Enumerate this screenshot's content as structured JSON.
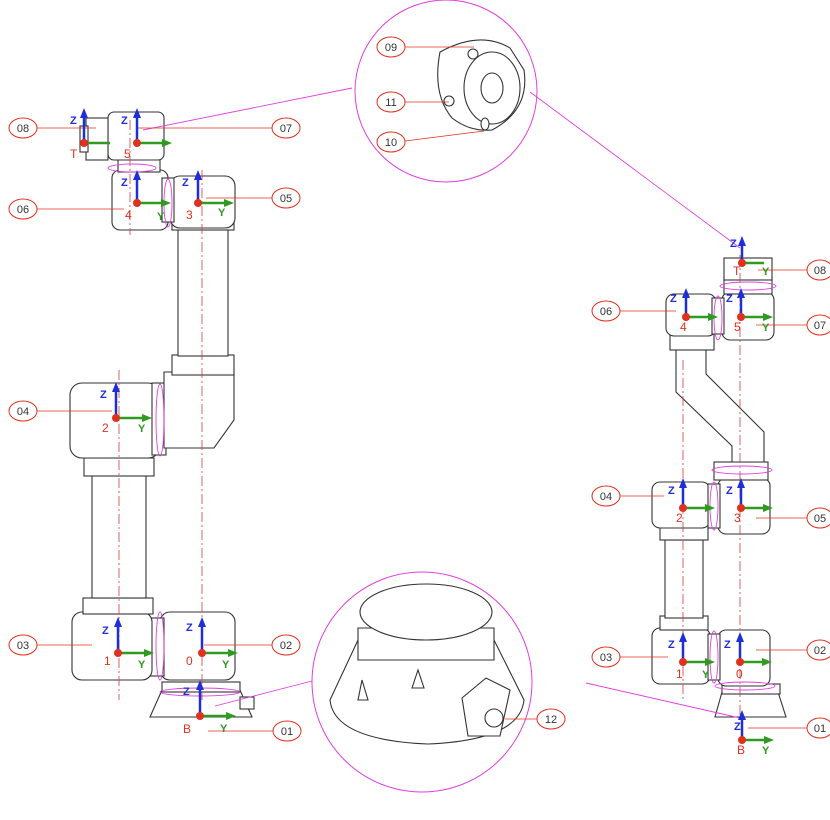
{
  "callouts": {
    "c01": "01",
    "c02": "02",
    "c03": "03",
    "c04": "04",
    "c05": "05",
    "c06": "06",
    "c07": "07",
    "c08": "08",
    "c09": "09",
    "c10": "10",
    "c11": "11",
    "c12": "12"
  },
  "axes": {
    "z": "Z",
    "y": "Y"
  },
  "frames": {
    "base": "B",
    "tool": "T",
    "j0": "0",
    "j1": "1",
    "j2": "2",
    "j3": "3",
    "j4": "4",
    "j5": "5"
  },
  "colors": {
    "callout": "#e0301e",
    "leader": "#e0301e",
    "zoom_circle": "#e040e0",
    "axis_z": "#1f2fd8",
    "axis_y": "#2f9a1f",
    "origin": "#e0301e",
    "centerline": "#d04040",
    "outline": "#333333"
  }
}
